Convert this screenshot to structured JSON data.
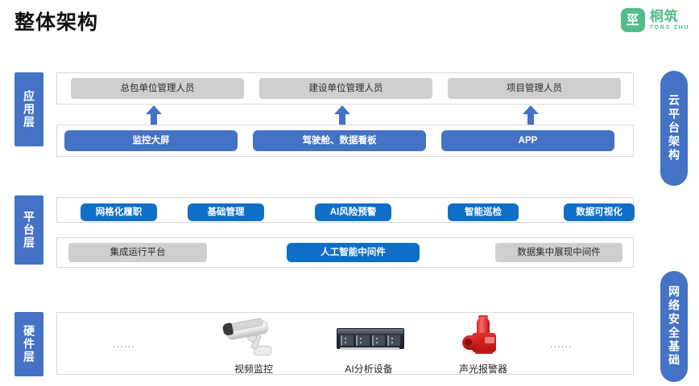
{
  "header": {
    "title": "整体架构",
    "logo": {
      "glyph": "巠",
      "name_cn": "桐筑",
      "name_en": "TONG ZHU",
      "color": "#52bd8a"
    }
  },
  "colors": {
    "blue": "#4472c4",
    "bright_blue": "#0f6fc6",
    "gray_chip": "#cfcfcf",
    "border": "#d8d8d8",
    "green": "#52bd8a"
  },
  "left_tabs": [
    {
      "label": "应用层",
      "name": "application-layer"
    },
    {
      "label": "平台层",
      "name": "platform-layer"
    },
    {
      "label": "硬件层",
      "name": "hardware-layer"
    }
  ],
  "right_pills": [
    {
      "label": "云平台架构",
      "name": "cloud-platform-architecture"
    },
    {
      "label": "网络安全基础",
      "name": "network-security-foundation"
    }
  ],
  "application_layer": {
    "roles": [
      {
        "label": "总包单位管理人员"
      },
      {
        "label": "建设单位管理人员"
      },
      {
        "label": "项目管理人员"
      }
    ],
    "clients": [
      {
        "label": "监控大屏"
      },
      {
        "label": "驾驶舱、数据看板"
      },
      {
        "label": "APP"
      }
    ],
    "arrows": 3
  },
  "platform_layer": {
    "modules": [
      {
        "label": "网格化履职"
      },
      {
        "label": "基础管理"
      },
      {
        "label": "AI风险预警"
      },
      {
        "label": "智能巡检"
      },
      {
        "label": "数据可视化"
      }
    ],
    "middleware": [
      {
        "label": "集成运行平台",
        "style": "gray"
      },
      {
        "label": "人工智能中间件",
        "style": "bright"
      },
      {
        "label": "数据集中展现中间件",
        "style": "gray"
      }
    ]
  },
  "hardware_layer": {
    "leading_dots": "......",
    "trailing_dots": "......",
    "devices": [
      {
        "label": "视频监控",
        "icon": "cctv-camera-icon"
      },
      {
        "label": "AI分析设备",
        "icon": "rack-server-icon"
      },
      {
        "label": "声光报警器",
        "icon": "sound-light-alarm-icon"
      }
    ]
  }
}
